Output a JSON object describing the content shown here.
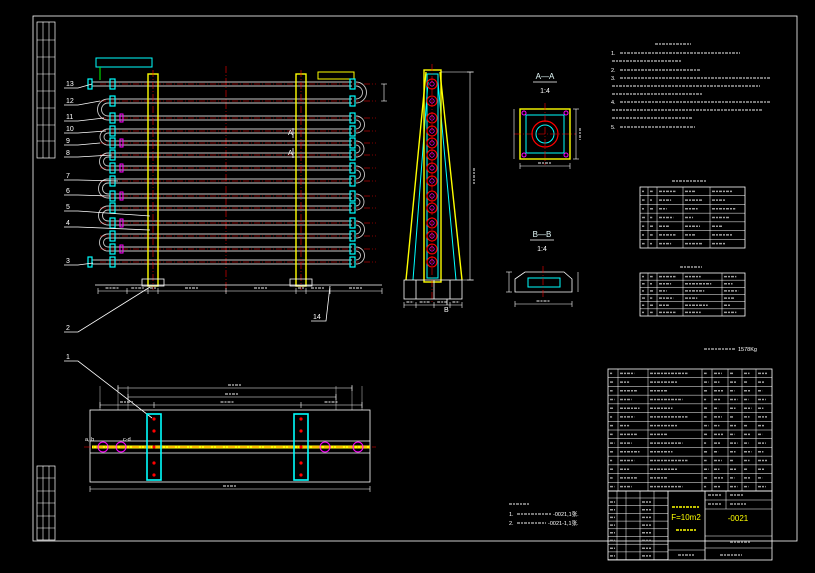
{
  "app": {
    "background": "#000000"
  },
  "colors": {
    "frame": "#ffffff",
    "tube": "#c8c8c8",
    "tube_sheet": "#ffff00",
    "centerline": "#ff0000",
    "flange": "#00ffff",
    "bend_fitting": "#ff00ff",
    "annotation": "#ffffff",
    "illegible_text": "#a0a0a0"
  },
  "front_view": {
    "part_labels": [
      "13",
      "12",
      "11",
      "10",
      "9",
      "8",
      "7",
      "6",
      "5",
      "4",
      "3"
    ],
    "part_2": "2",
    "part_14": "14",
    "section_marker": "A"
  },
  "side_view": {
    "section_marker": "B"
  },
  "section_a": {
    "title": "A—A",
    "scale": "1:4"
  },
  "section_b": {
    "title": "B—B",
    "scale": "1:4"
  },
  "plan_view": {
    "part_1": "1",
    "connection_ab": "a, b",
    "connection_cd": "c-d"
  },
  "technical_notes": {
    "numbers": [
      "1.",
      "2.",
      "3.",
      "4.",
      "5."
    ]
  },
  "equipment_weight": "1578Kg",
  "bottom_notes": [
    {
      "number": "1.",
      "ref": "-0021,1张."
    },
    {
      "number": "2.",
      "ref": "-0021-1,1张."
    }
  ],
  "title_block": {
    "spec": "F=10m2",
    "drawing_no": "-0021"
  }
}
